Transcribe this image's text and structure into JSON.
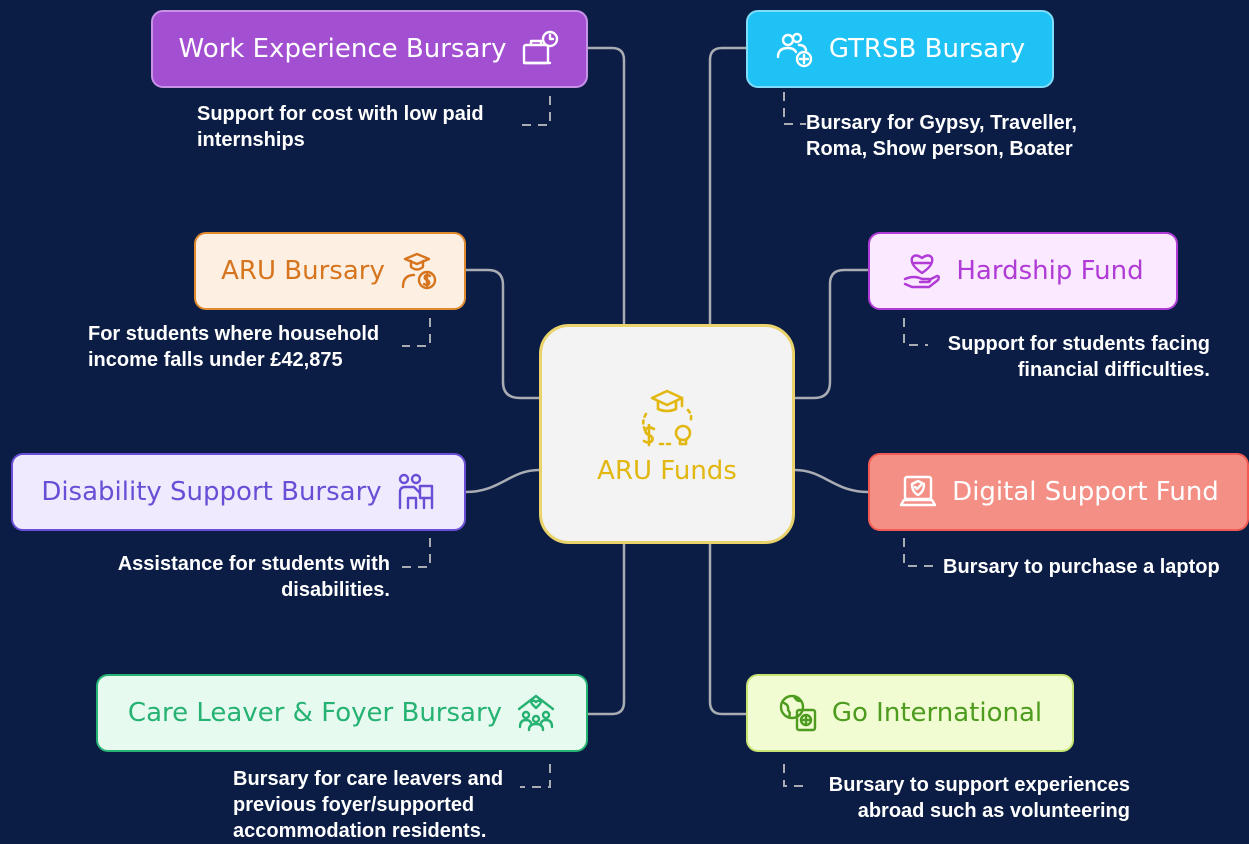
{
  "center": {
    "title": "ARU Funds",
    "icon": "graduation-cap-dollar-bulb-icon",
    "color": "#e2b710"
  },
  "nodes": [
    {
      "title": "Work Experience Bursary",
      "icon": "briefcase-clock-icon",
      "color": "#a24fd1",
      "description": "Support for cost with low paid internships"
    },
    {
      "title": "GTRSB Bursary",
      "icon": "people-plus-icon",
      "color": "#1fc2f4",
      "description": "Bursary for Gypsy, Traveller, Roma, Show person, Boater"
    },
    {
      "title": "ARU Bursary",
      "icon": "graduate-coin-icon",
      "color": "#d7751f",
      "description": "For students where household income falls under £42,875"
    },
    {
      "title": "Hardship Fund",
      "icon": "heart-hand-icon",
      "color": "#b03bd6",
      "description": "Support for students facing financial difficulties."
    },
    {
      "title": "Disability Support Bursary",
      "icon": "people-desk-icon",
      "color": "#6a4fd6",
      "description": "Assistance for students with disabilities."
    },
    {
      "title": "Digital Support Fund",
      "icon": "laptop-shield-icon",
      "color": "#f48f86",
      "description": "Bursary to purchase a laptop"
    },
    {
      "title": "Care Leaver & Foyer Bursary",
      "icon": "house-people-icon",
      "color": "#26b273",
      "description": "Bursary for care leavers and previous foyer/supported accommodation residents."
    },
    {
      "title": "Go International",
      "icon": "globe-passport-icon",
      "color": "#4d9b1f",
      "description": "Bursary to support experiences abroad such as volunteering"
    }
  ]
}
